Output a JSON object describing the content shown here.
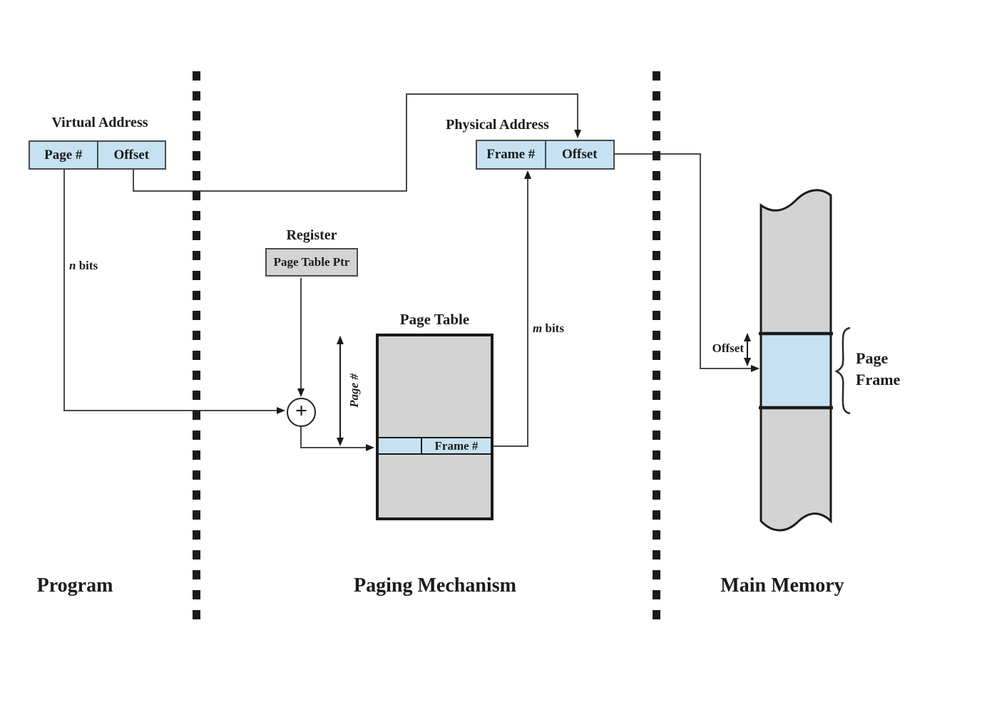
{
  "sections": {
    "program": "Program",
    "paging_mechanism": "Paging Mechanism",
    "main_memory": "Main Memory"
  },
  "virtual_address": {
    "title": "Virtual Address",
    "page_field": "Page #",
    "offset_field": "Offset"
  },
  "physical_address": {
    "title": "Physical Address",
    "frame_field": "Frame #",
    "offset_field": "Offset"
  },
  "register": {
    "title": "Register",
    "value": "Page Table Ptr"
  },
  "page_table": {
    "title": "Page Table",
    "entry_value": "Frame #",
    "index_arrow_label": "Page #"
  },
  "adder": {
    "symbol": "+"
  },
  "labels": {
    "n_bits_var": "n",
    "n_bits_text": " bits",
    "m_bits_var": "m",
    "m_bits_text": " bits",
    "memory_offset": "Offset",
    "page_frame_line1": "Page",
    "page_frame_line2": "Frame"
  },
  "colors": {
    "cell_blue": "#c6e2f2",
    "box_gray": "#d3d3d3",
    "line": "#4a4a4a",
    "dark": "#1a1a1a"
  }
}
